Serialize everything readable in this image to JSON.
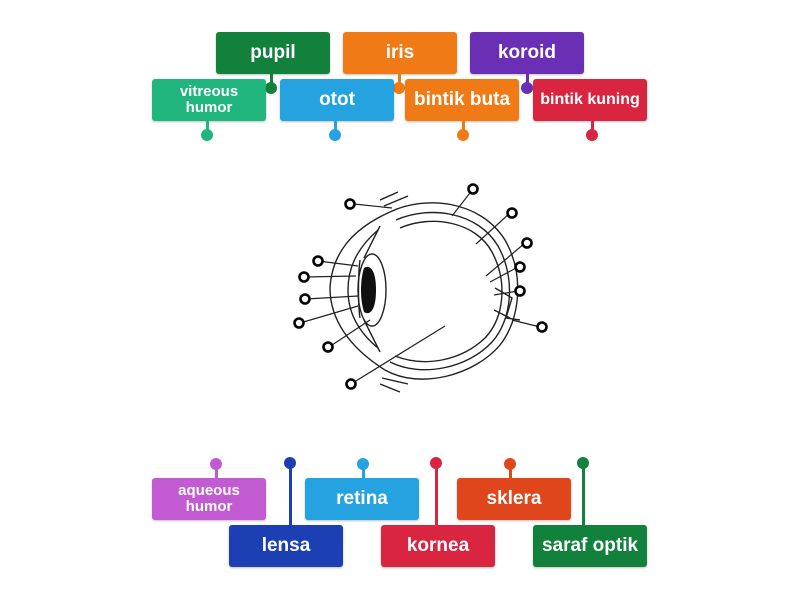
{
  "labels": {
    "pupil": {
      "text": "pupil",
      "color": "#11813b"
    },
    "iris": {
      "text": "iris",
      "color": "#f07b16"
    },
    "koroid": {
      "text": "koroid",
      "color": "#6a2fb4"
    },
    "vitreous_humor": {
      "text": "vitreous humor",
      "color": "#1fb57c"
    },
    "otot": {
      "text": "otot",
      "color": "#25a2e0"
    },
    "bintik_buta": {
      "text": "bintik buta",
      "color": "#f07b16"
    },
    "bintik_kuning": {
      "text": "bintik kuning",
      "color": "#d9253f"
    },
    "aqueous_humor": {
      "text": "aqueous humor",
      "color": "#c25ad1"
    },
    "retina": {
      "text": "retina",
      "color": "#25a2e0"
    },
    "sklera": {
      "text": "sklera",
      "color": "#e0461c"
    },
    "lensa": {
      "text": "lensa",
      "color": "#1d3fb4"
    },
    "kornea": {
      "text": "kornea",
      "color": "#d9253f"
    },
    "saraf_optik": {
      "text": "saraf optik",
      "color": "#11813b"
    }
  },
  "diagram": {
    "line_color": "#222222",
    "hotspot_color": "#000000"
  }
}
